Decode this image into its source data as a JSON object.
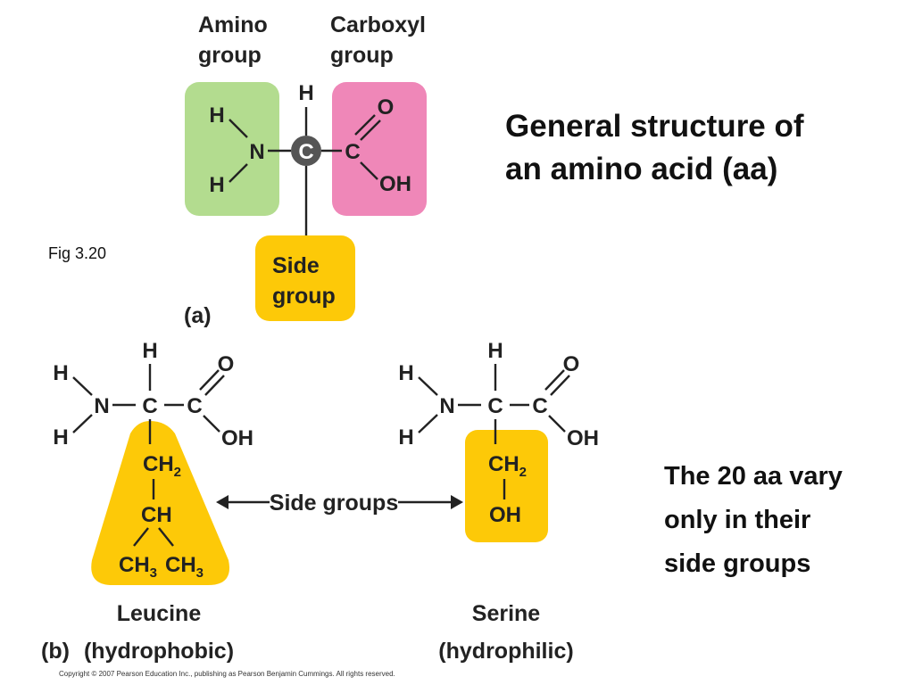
{
  "heading": {
    "line1": "General structure of",
    "line2": "an amino acid (aa)"
  },
  "figure_ref": "Fig 3.20",
  "note": {
    "line1": "The 20 aa vary",
    "line2": "only in their",
    "line3": "side groups"
  },
  "copyright": "Copyright © 2007 Pearson Education Inc., publishing as Pearson Benjamin Cummings. All rights reserved.",
  "panel_a": {
    "amino_label": [
      "Amino",
      "group"
    ],
    "carboxyl_label": [
      "Carboxyl",
      "group"
    ],
    "side_label": [
      "Side",
      "group"
    ],
    "tag": "(a)"
  },
  "panel_b": {
    "side_groups_label": "Side groups",
    "tag": "(b)",
    "leucine": {
      "name": "Leucine",
      "property": "(hydrophobic)"
    },
    "serine": {
      "name": "Serine",
      "property": "(hydrophilic)"
    }
  },
  "atoms": {
    "H": "H",
    "N": "N",
    "C": "C",
    "O": "O",
    "OH": "OH",
    "CH": "CH",
    "CH2": "CH",
    "CH3": "CH",
    "sub2": "2",
    "sub3": "3"
  },
  "colors": {
    "amino_box": "#b3dc8f",
    "carboxyl_box": "#ef87b8",
    "side_box": "#fdc908",
    "alpha_carbon": "#555555"
  }
}
